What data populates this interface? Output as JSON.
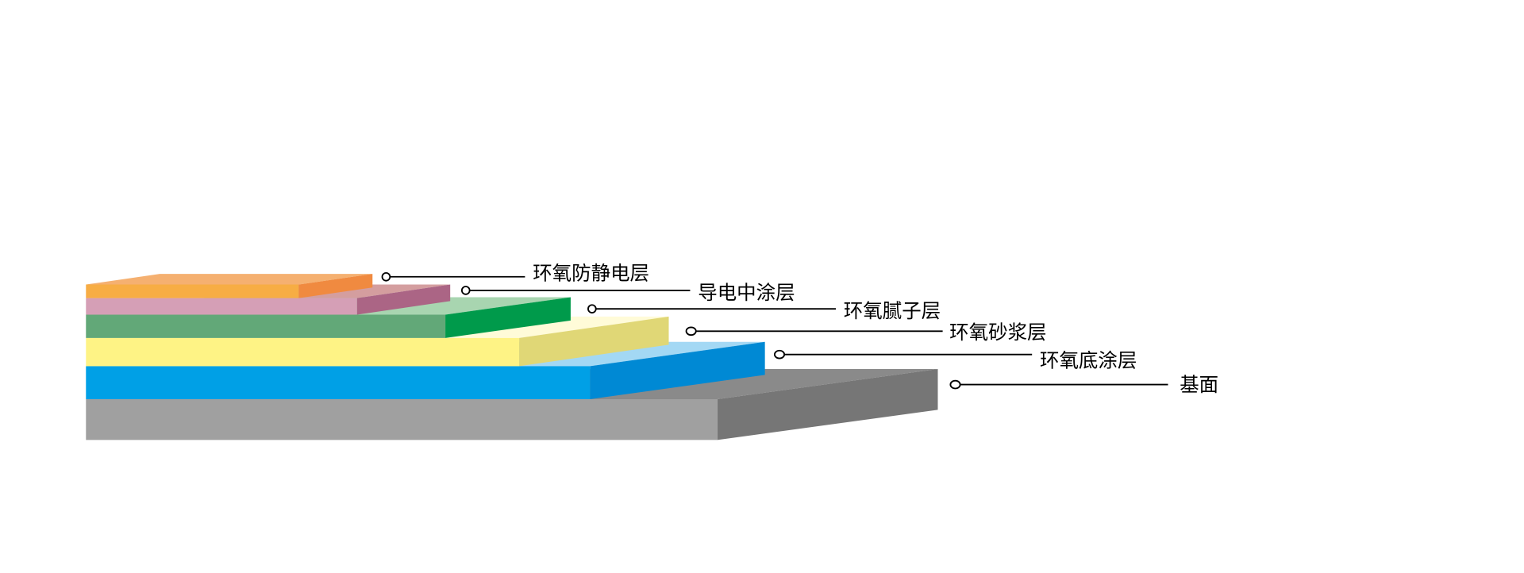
{
  "diagram": {
    "layers": [
      {
        "label": "环氧防静电层",
        "colors": {
          "front": "#f7ad44",
          "side": "#f08a40",
          "top": "#f5b070"
        }
      },
      {
        "label": "导电中涂层",
        "colors": {
          "front": "#d59fb6",
          "side": "#ab6585",
          "top": "#d49e9f"
        }
      },
      {
        "label": "环氧腻子层",
        "colors": {
          "front": "#62a878",
          "side": "#009a4b",
          "top": "#a8d5b0"
        }
      },
      {
        "label": "环氧砂浆层",
        "colors": {
          "front": "#fef385",
          "side": "#e0d776",
          "top": "#fffbd8"
        }
      },
      {
        "label": "环氧底涂层",
        "colors": {
          "front": "#00a0e6",
          "side": "#0089d4",
          "top": "#a3d8f4"
        }
      },
      {
        "label": "基面",
        "colors": {
          "front": "#a0a0a0",
          "side": "#767676",
          "top": "#8a8a8a"
        }
      }
    ]
  }
}
